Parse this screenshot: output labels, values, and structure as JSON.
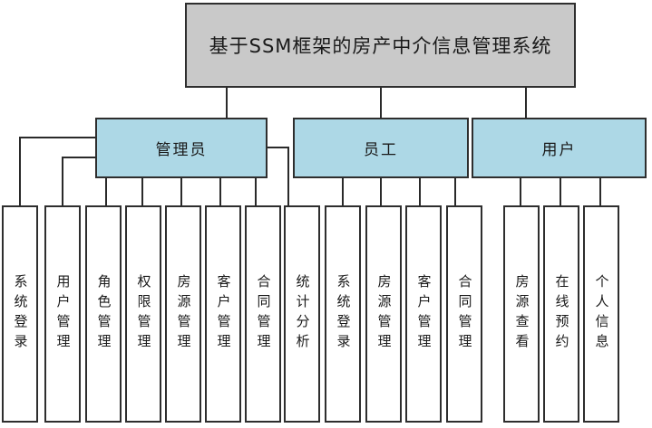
{
  "diagram": {
    "title": "基于SSM框架的房产中介信息管理系统",
    "root": {
      "label": "基于SSM框架的房产中介信息管理系统"
    },
    "groups": [
      {
        "label": "管理员",
        "children": [
          "系统登录",
          "用户管理",
          "角色管理",
          "权限管理",
          "房源管理",
          "客户管理",
          "合同管理",
          "统计分析"
        ]
      },
      {
        "label": "员工",
        "children": [
          "系统登录",
          "房源管理",
          "客户管理",
          "合同管理"
        ]
      },
      {
        "label": "用户",
        "children": [
          "房源查看",
          "在线预约",
          "个人信息"
        ]
      }
    ],
    "colors": {
      "root_fill": "#c9c9c9",
      "group_fill": "#add8e6",
      "border": "#2e2e2e",
      "line": "#2a2a2a",
      "background": "#ffffff"
    }
  }
}
